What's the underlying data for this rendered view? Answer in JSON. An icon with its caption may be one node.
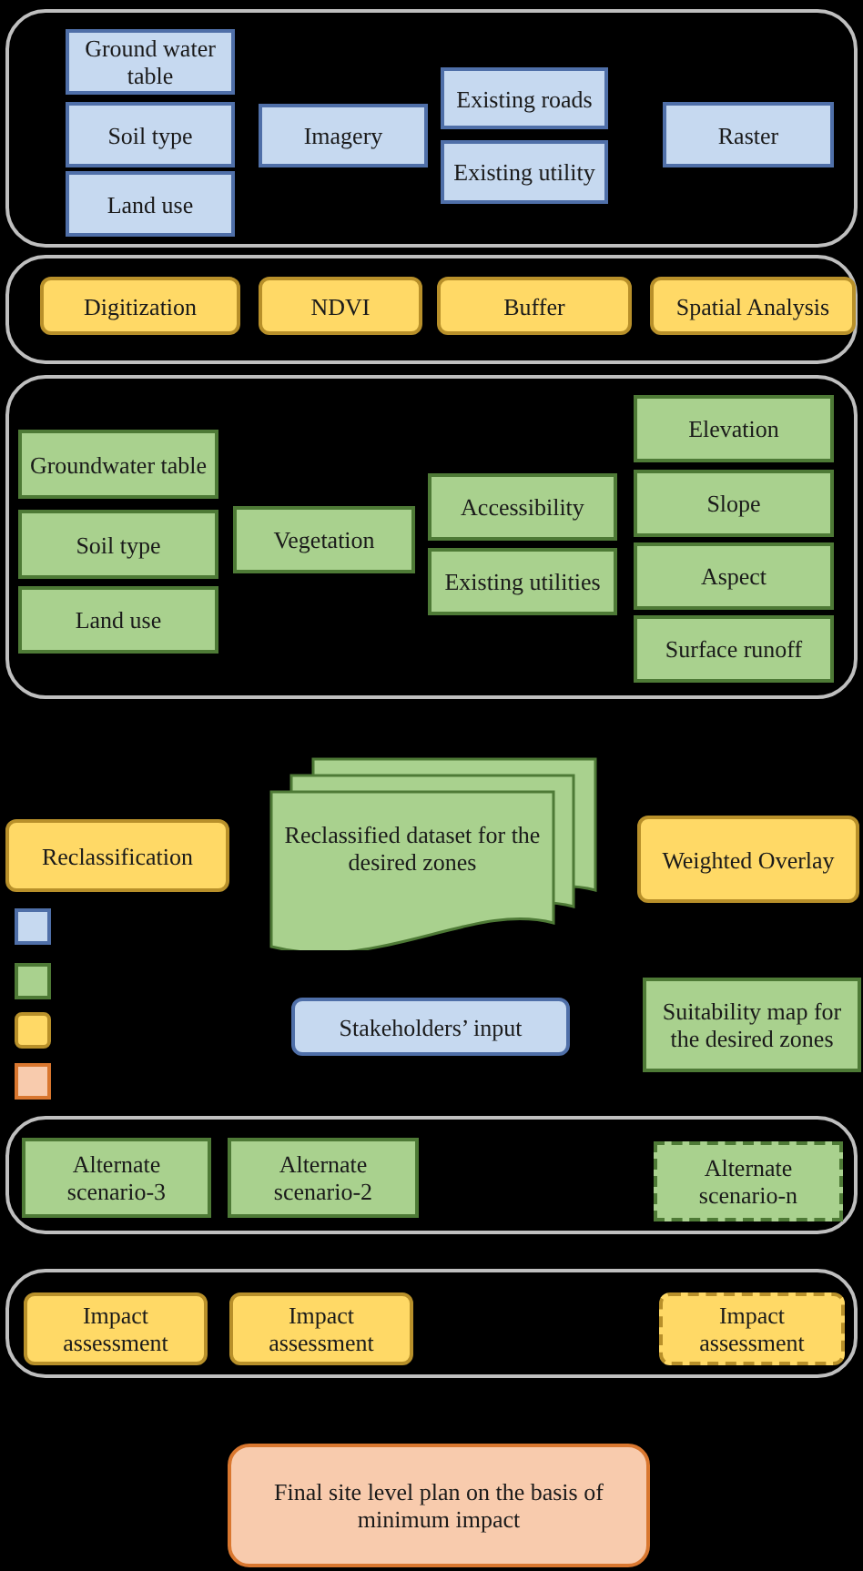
{
  "diagram": {
    "nodes": [
      {
        "text": [],
        "shape": "box"
      },
      {
        "text": [
          "Ground water table"
        ],
        "in": 0
      },
      {
        "text": [
          "Soil type"
        ],
        "in": 0
      },
      {
        "text": [
          "Land use"
        ],
        "in": 0
      },
      {
        "text": [
          "Imagery"
        ],
        "in": 0
      },
      {
        "text": [
          "Existing roads"
        ],
        "in": 0
      },
      {
        "text": [
          "Existing utility"
        ],
        "in": 0
      },
      {
        "text": [
          "Raster"
        ],
        "in": 0
      },
      {
        "text": [],
        "shape": "box"
      },
      {
        "text": [
          "Digitization"
        ],
        "in": 8
      },
      {
        "text": [
          "NDVI"
        ],
        "in": 8
      },
      {
        "text": [
          "Buffer"
        ],
        "in": 8
      },
      {
        "text": [
          "Spatial Analysis"
        ],
        "in": 8
      },
      {
        "text": [],
        "shape": "box"
      },
      {
        "text": [
          "Groundwater table"
        ],
        "in": 13
      },
      {
        "text": [
          "Soil type"
        ],
        "in": 13
      },
      {
        "text": [
          "Land use"
        ],
        "in": 13
      },
      {
        "text": [
          "Vegetation"
        ],
        "in": 13
      },
      {
        "text": [
          "Accessibility"
        ],
        "in": 13
      },
      {
        "text": [
          "Existing utilities"
        ],
        "in": 13
      },
      {
        "text": [
          "Elevation"
        ],
        "in": 13
      },
      {
        "text": [
          "Slope"
        ],
        "in": 13
      },
      {
        "text": [
          "Aspect"
        ],
        "in": 13
      },
      {
        "text": [
          "Surface runoff"
        ],
        "in": 13
      },
      {
        "text": [
          "Reclassification"
        ]
      },
      {
        "text": [
          "Reclassified dataset for the desired zones"
        ]
      },
      {
        "text": [
          "Weighted Overlay"
        ]
      },
      {
        "text": [],
        "shape": "box"
      },
      {
        "text": [],
        "shape": "box"
      },
      {
        "text": [],
        "shape": "box"
      },
      {
        "text": [],
        "shape": "box"
      },
      {
        "text": [
          "Stakeholders’ input"
        ]
      },
      {
        "text": [
          "Suitability map for the desired zones"
        ]
      },
      {
        "text": [],
        "shape": "box"
      },
      {
        "text": [
          "Alternate scenario-3"
        ],
        "in": 33
      },
      {
        "text": [
          "Alternate scenario-2"
        ],
        "in": 33
      },
      {
        "text": [
          "Alternate scenario-n"
        ],
        "in": 33
      },
      {
        "text": [],
        "shape": "box"
      },
      {
        "text": [
          "Impact assessment"
        ],
        "in": 37
      },
      {
        "text": [
          "Impact assessment"
        ],
        "in": 37
      },
      {
        "text": [
          "Impact assessment"
        ],
        "in": 37
      },
      {
        "text": [
          "Final site level plan on the basis of minimum impact"
        ]
      }
    ]
  }
}
